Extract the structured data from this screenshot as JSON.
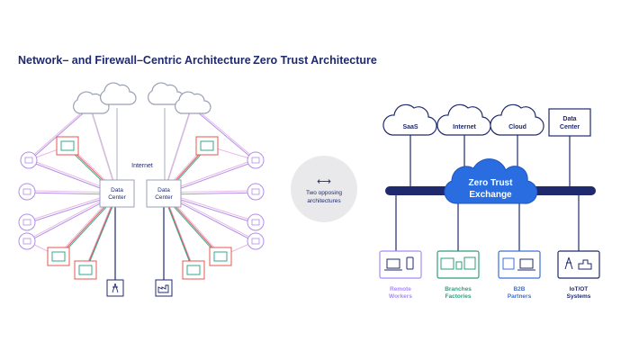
{
  "left": {
    "title": "Network– and Firewall–Centric Architecture",
    "internet_label": "Internet",
    "data_center_left": [
      "Data",
      "Center"
    ],
    "data_center_right": [
      "Data",
      "Center"
    ]
  },
  "middle": {
    "arrow": "⟷",
    "caption_line1": "Two opposing",
    "caption_line2": "architectures"
  },
  "right": {
    "title": "Zero Trust Architecture",
    "top_nodes": [
      {
        "label": "SaaS"
      },
      {
        "label": "Internet"
      },
      {
        "label": "Cloud"
      },
      {
        "label_line1": "Data",
        "label_line2": "Center"
      }
    ],
    "exchange_line1": "Zero Trust",
    "exchange_line2": "Exchange",
    "bottom_nodes": [
      {
        "line1": "Remote",
        "line2": "Workers",
        "color": "#a78bfa"
      },
      {
        "line1": "Branches",
        "line2": "Factories",
        "color": "#2e9e7c"
      },
      {
        "line1": "B2B",
        "line2": "Partners",
        "color": "#3b6fd8"
      },
      {
        "line1": "IoT/OT",
        "line2": "Systems",
        "color": "#1f2a6e"
      }
    ]
  },
  "colors": {
    "navy": "#1f2a6e",
    "cloud_blue": "#2a6de0",
    "pink": "#e7b9e6",
    "purple": "#b18ee8",
    "red": "#e4574f",
    "teal": "#36a98a",
    "gray": "#b8bccb"
  }
}
